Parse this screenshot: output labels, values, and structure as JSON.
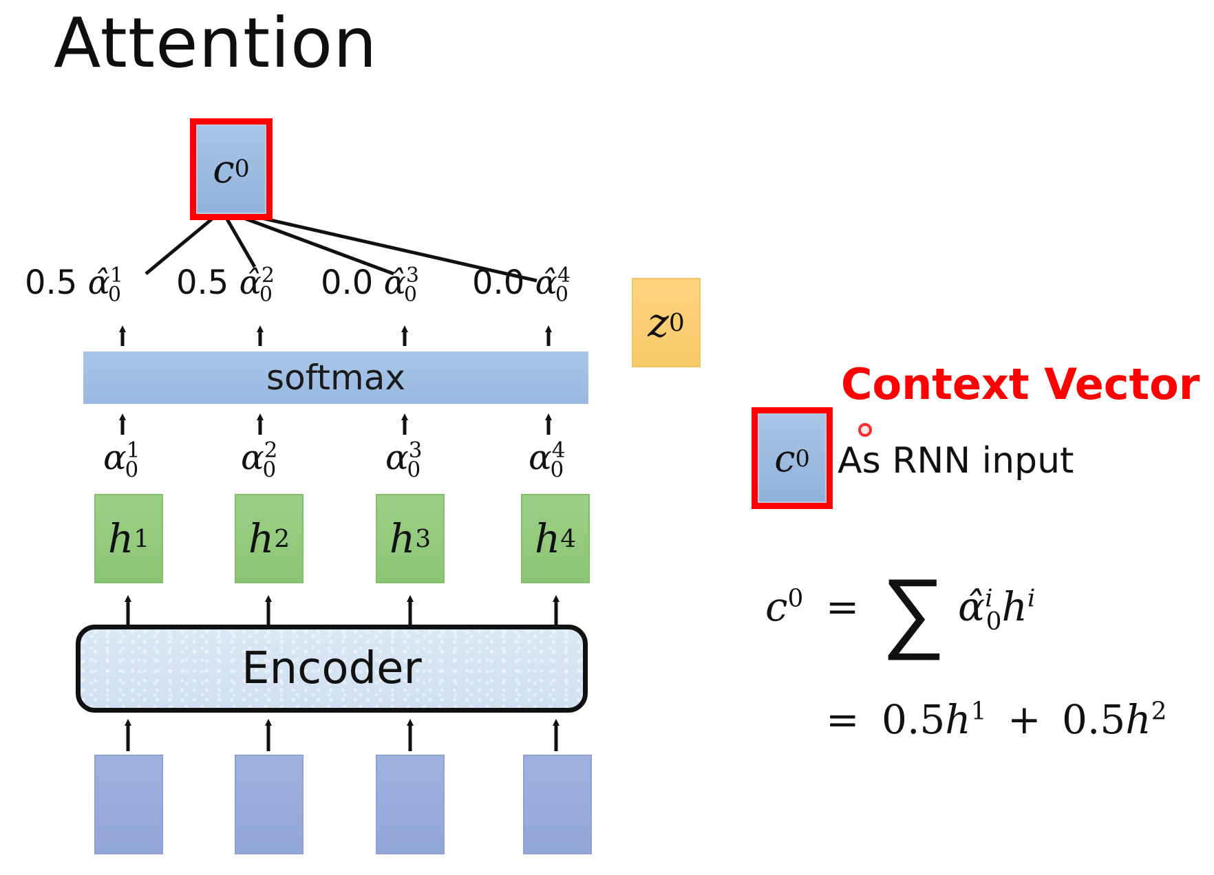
{
  "slide": {
    "title": "Attention"
  },
  "context_vector": {
    "label": "Context Vector",
    "caption": "As RNN input",
    "symbol": "c",
    "superscript": "0"
  },
  "top_context_box": {
    "symbol": "c",
    "superscript": "0"
  },
  "decoder_state": {
    "symbol": "z",
    "superscript": "0"
  },
  "softmax": {
    "label": "softmax"
  },
  "encoder": {
    "label": "Encoder"
  },
  "normalized_weights": [
    {
      "value": "0.5",
      "symbol": "α̂",
      "sup": "1",
      "sub": "0"
    },
    {
      "value": "0.5",
      "symbol": "α̂",
      "sup": "2",
      "sub": "0"
    },
    {
      "value": "0.0",
      "symbol": "α̂",
      "sup": "3",
      "sub": "0"
    },
    {
      "value": "0.0",
      "symbol": "α̂",
      "sup": "4",
      "sub": "0"
    }
  ],
  "raw_scores": [
    {
      "symbol": "α",
      "sup": "1",
      "sub": "0"
    },
    {
      "symbol": "α",
      "sup": "2",
      "sub": "0"
    },
    {
      "symbol": "α",
      "sup": "3",
      "sub": "0"
    },
    {
      "symbol": "α",
      "sup": "4",
      "sub": "0"
    }
  ],
  "hidden_states": [
    {
      "symbol": "h",
      "sup": "1"
    },
    {
      "symbol": "h",
      "sup": "2"
    },
    {
      "symbol": "h",
      "sup": "3"
    },
    {
      "symbol": "h",
      "sup": "4"
    }
  ],
  "equation": {
    "lhs": "c",
    "lhs_sup": "0",
    "equals": "=",
    "sum": "∑",
    "term_symbol": "α̂",
    "term_sup": "i",
    "term_sub": "0",
    "term_h": "h",
    "term_h_sup": "i",
    "line2_equals": "=",
    "line2_coef1": "0.5",
    "line2_h1": "h",
    "line2_h1_sup": "1",
    "line2_plus": "+",
    "line2_coef2": "0.5",
    "line2_h2": "h",
    "line2_h2_sup": "2"
  },
  "colors": {
    "highlight": "#ff0000",
    "context_box": "#9dbce2",
    "hidden_box": "#93c97e",
    "decoder_box": "#fbcd74",
    "input_box": "#98abdb"
  }
}
